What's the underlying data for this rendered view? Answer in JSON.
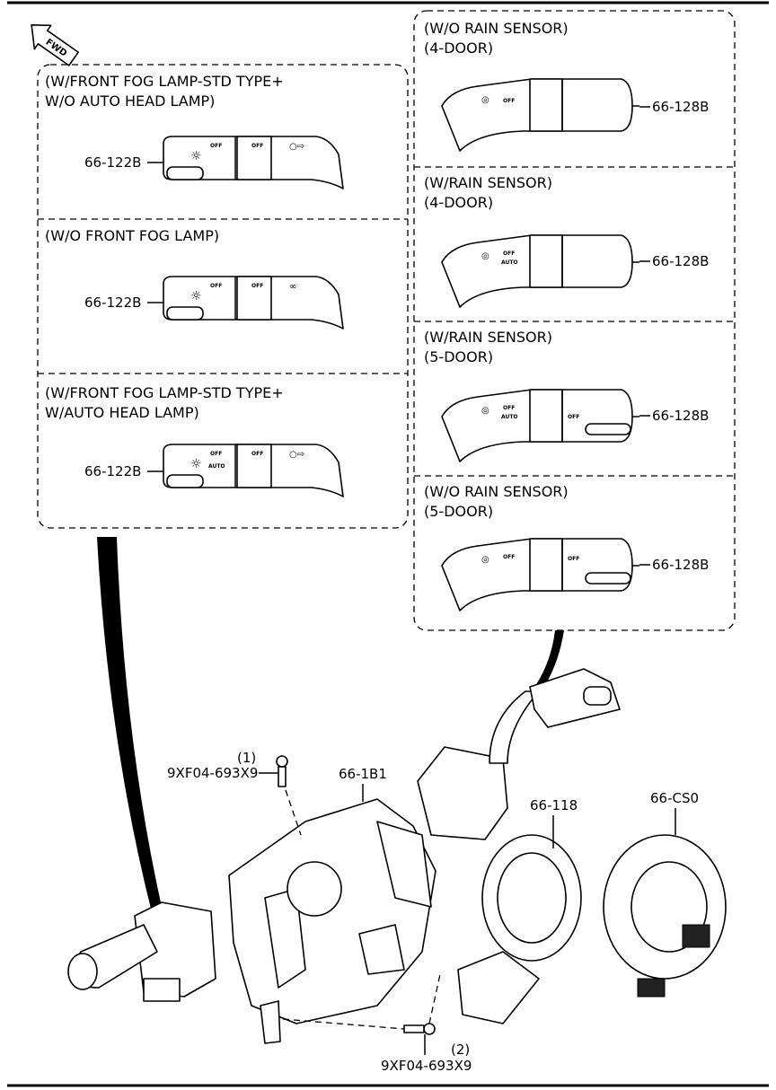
{
  "fwd_label": "FWD",
  "left_panels": [
    {
      "title_lines": [
        "(W/FRONT FOG LAMP-STD TYPE+",
        " W/O AUTO HEAD LAMP)"
      ],
      "part_no": "66-122B",
      "switch_labels": [
        "OFF",
        "OFF"
      ]
    },
    {
      "title_lines": [
        "(W/O FRONT FOG LAMP)"
      ],
      "part_no": "66-122B",
      "switch_labels": [
        "OFF",
        "OFF"
      ]
    },
    {
      "title_lines": [
        "(W/FRONT FOG LAMP-STD TYPE+",
        " W/AUTO HEAD LAMP)"
      ],
      "part_no": "66-122B",
      "switch_labels": [
        "OFF",
        "AUTO",
        "OFF"
      ]
    }
  ],
  "right_panels": [
    {
      "title_lines": [
        "(W/O RAIN SENSOR)",
        "(4-DOOR)"
      ],
      "part_no": "66-128B",
      "switch_labels": [
        "OFF"
      ]
    },
    {
      "title_lines": [
        "(W/RAIN SENSOR)",
        "(4-DOOR)"
      ],
      "part_no": "66-128B",
      "switch_labels": [
        "OFF",
        "AUTO"
      ]
    },
    {
      "title_lines": [
        "(W/RAIN SENSOR)",
        "(5-DOOR)"
      ],
      "part_no": "66-128B",
      "switch_labels": [
        "OFF",
        "AUTO",
        "OFF"
      ]
    },
    {
      "title_lines": [
        "(W/O RAIN SENSOR)",
        "(5-DOOR)"
      ],
      "part_no": "66-128B",
      "switch_labels": [
        "OFF",
        "OFF"
      ]
    }
  ],
  "assembly": {
    "screw1": {
      "index": "(1)",
      "part_no": "9XF04-693X9"
    },
    "screw2": {
      "index": "(2)",
      "part_no": "9XF04-693X9"
    },
    "housing": "66-1B1",
    "clock_spring_a": "66-118",
    "clock_spring_b": "66-CS0"
  }
}
